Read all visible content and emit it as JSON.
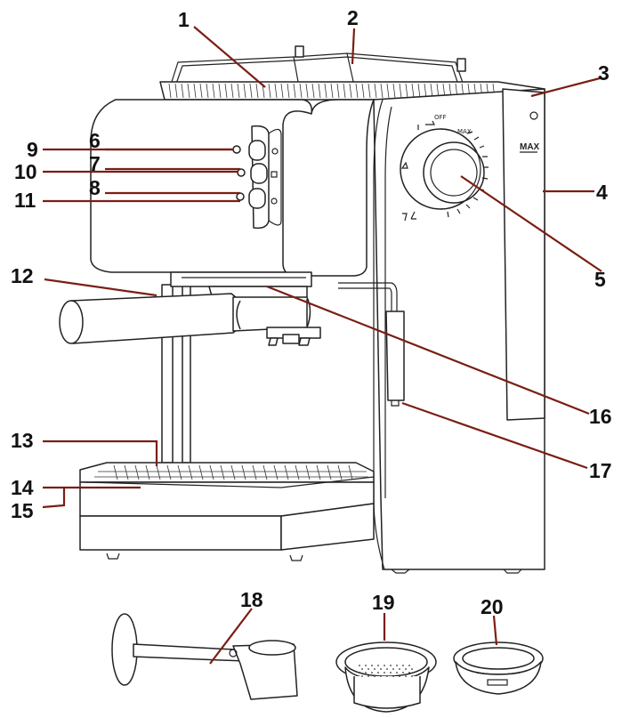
{
  "callouts": [
    "1",
    "2",
    "3",
    "4",
    "5",
    "6",
    "7",
    "8",
    "9",
    "10",
    "11",
    "12",
    "13",
    "14",
    "15",
    "16",
    "17",
    "18",
    "19",
    "20"
  ],
  "dial": {
    "off_label": "OFF",
    "max_label": "MAX"
  },
  "tank": {
    "max_label": "MAX"
  },
  "colors": {
    "leader_line": "#7a1e14",
    "outline": "#222222"
  }
}
